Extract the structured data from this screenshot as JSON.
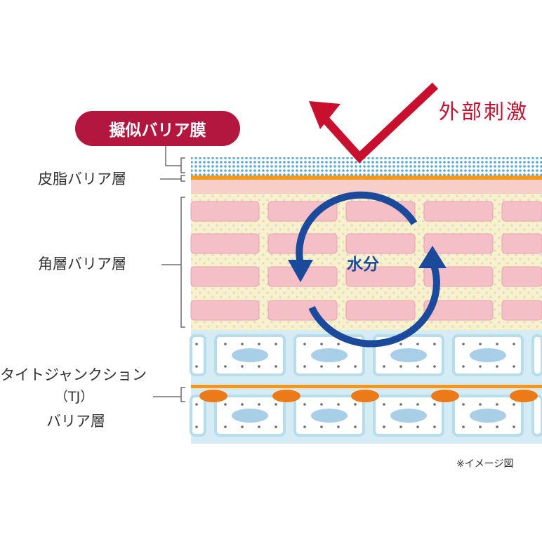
{
  "labels": {
    "pseudo_barrier": "擬似バリア膜",
    "sebum_barrier": "皮脂バリア層",
    "stratum_barrier": "角層バリア層",
    "tj_line1": "タイトジャンクション",
    "tj_line2": "（TJ）",
    "tj_line3": "バリア層",
    "external_stimulus": "外部刺激",
    "moisture": "水分",
    "image_note": "※イメージ図"
  },
  "colors": {
    "pill": "#b3163f",
    "arrow_red": "#c8102e",
    "cycle_blue": "#1b4a9c",
    "orange_line": "#f39a1e",
    "pink_cell": "#f5bfc8",
    "cream": "#fbf0c8",
    "light_blue": "#d5ecf5"
  }
}
